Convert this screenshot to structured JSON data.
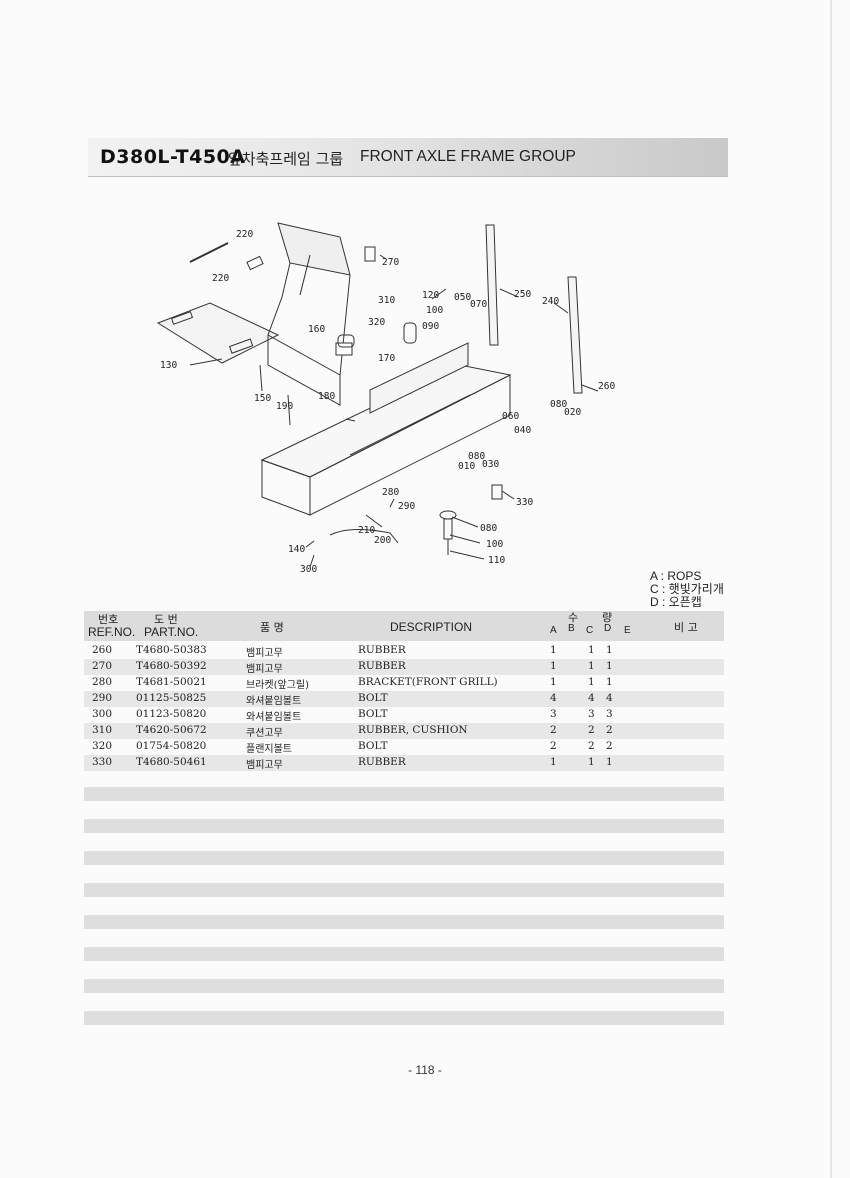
{
  "header": {
    "model_code": "D380L-T450A",
    "title_ko": "앞차축프레임 그룹",
    "title_en": "FRONT AXLE FRAME GROUP"
  },
  "diagram": {
    "callouts": [
      "220",
      "220",
      "270",
      "310",
      "120",
      "050",
      "070",
      "250",
      "240",
      "320",
      "100",
      "090",
      "160",
      "130",
      "170",
      "180",
      "150",
      "190",
      "260",
      "080",
      "020",
      "060",
      "040",
      "080",
      "010",
      "030",
      "330",
      "280",
      "290",
      "210",
      "200",
      "080",
      "100",
      "110",
      "140",
      "300"
    ]
  },
  "legend": {
    "items": [
      "A : ROPS",
      "C : 햇빛가리개",
      "D : 오픈캡"
    ]
  },
  "table": {
    "headers": {
      "ref_ko": "번호",
      "ref_en": "REF.NO.",
      "part_ko": "도   번",
      "part_en": "PART.NO.",
      "name_ko": "품   명",
      "description": "DESCRIPTION",
      "qty_ko_1": "수",
      "qty_ko_2": "량",
      "col_a": "A",
      "col_b": "B",
      "col_c": "C",
      "col_d": "D",
      "col_e": "E",
      "remark_ko": "비   고"
    },
    "rows": [
      {
        "ref": "260",
        "part": "T4680-50383",
        "name": "뱀피고무",
        "desc": "RUBBER",
        "a": "1",
        "c": "1",
        "d": "1"
      },
      {
        "ref": "270",
        "part": "T4680-50392",
        "name": "뱀피고무",
        "desc": "RUBBER",
        "a": "1",
        "c": "1",
        "d": "1"
      },
      {
        "ref": "280",
        "part": "T4681-50021",
        "name": "브라켓(앞그릴)",
        "desc": "BRACKET(FRONT GRILL)",
        "a": "1",
        "c": "1",
        "d": "1"
      },
      {
        "ref": "290",
        "part": "01125-50825",
        "name": "와셔붙임볼트",
        "desc": "BOLT",
        "a": "4",
        "c": "4",
        "d": "4"
      },
      {
        "ref": "300",
        "part": "01123-50820",
        "name": "와셔붙임볼트",
        "desc": "BOLT",
        "a": "3",
        "c": "3",
        "d": "3"
      },
      {
        "ref": "310",
        "part": "T4620-50672",
        "name": "쿠션고무",
        "desc": "RUBBER, CUSHION",
        "a": "2",
        "c": "2",
        "d": "2"
      },
      {
        "ref": "320",
        "part": "01754-50820",
        "name": "플랜지볼트",
        "desc": "BOLT",
        "a": "2",
        "c": "2",
        "d": "2"
      },
      {
        "ref": "330",
        "part": "T4680-50461",
        "name": "뱀피고무",
        "desc": "RUBBER",
        "a": "1",
        "c": "1",
        "d": "1"
      }
    ]
  },
  "footer": {
    "page_number": "- 118 -"
  }
}
